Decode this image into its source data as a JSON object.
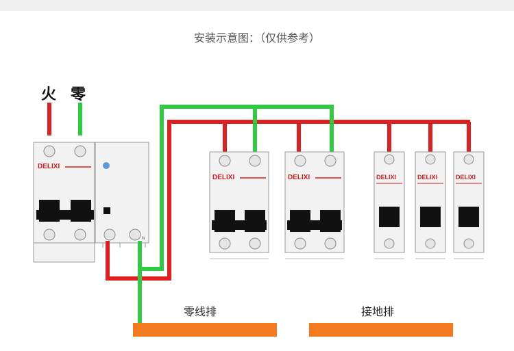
{
  "title": "安装示意图：（仅供参考）",
  "labels": {
    "live": "火",
    "neutral": "零"
  },
  "brand": "DELIXI",
  "busbars": {
    "neutral": "零线排",
    "ground": "接地排"
  },
  "rcd_terminal_mark": "N",
  "colors": {
    "live": "#e02020",
    "neutral": "#2ecc40",
    "busbar": "#f47a20",
    "breaker_body": "#f2f2f2",
    "handle": "#111111"
  }
}
